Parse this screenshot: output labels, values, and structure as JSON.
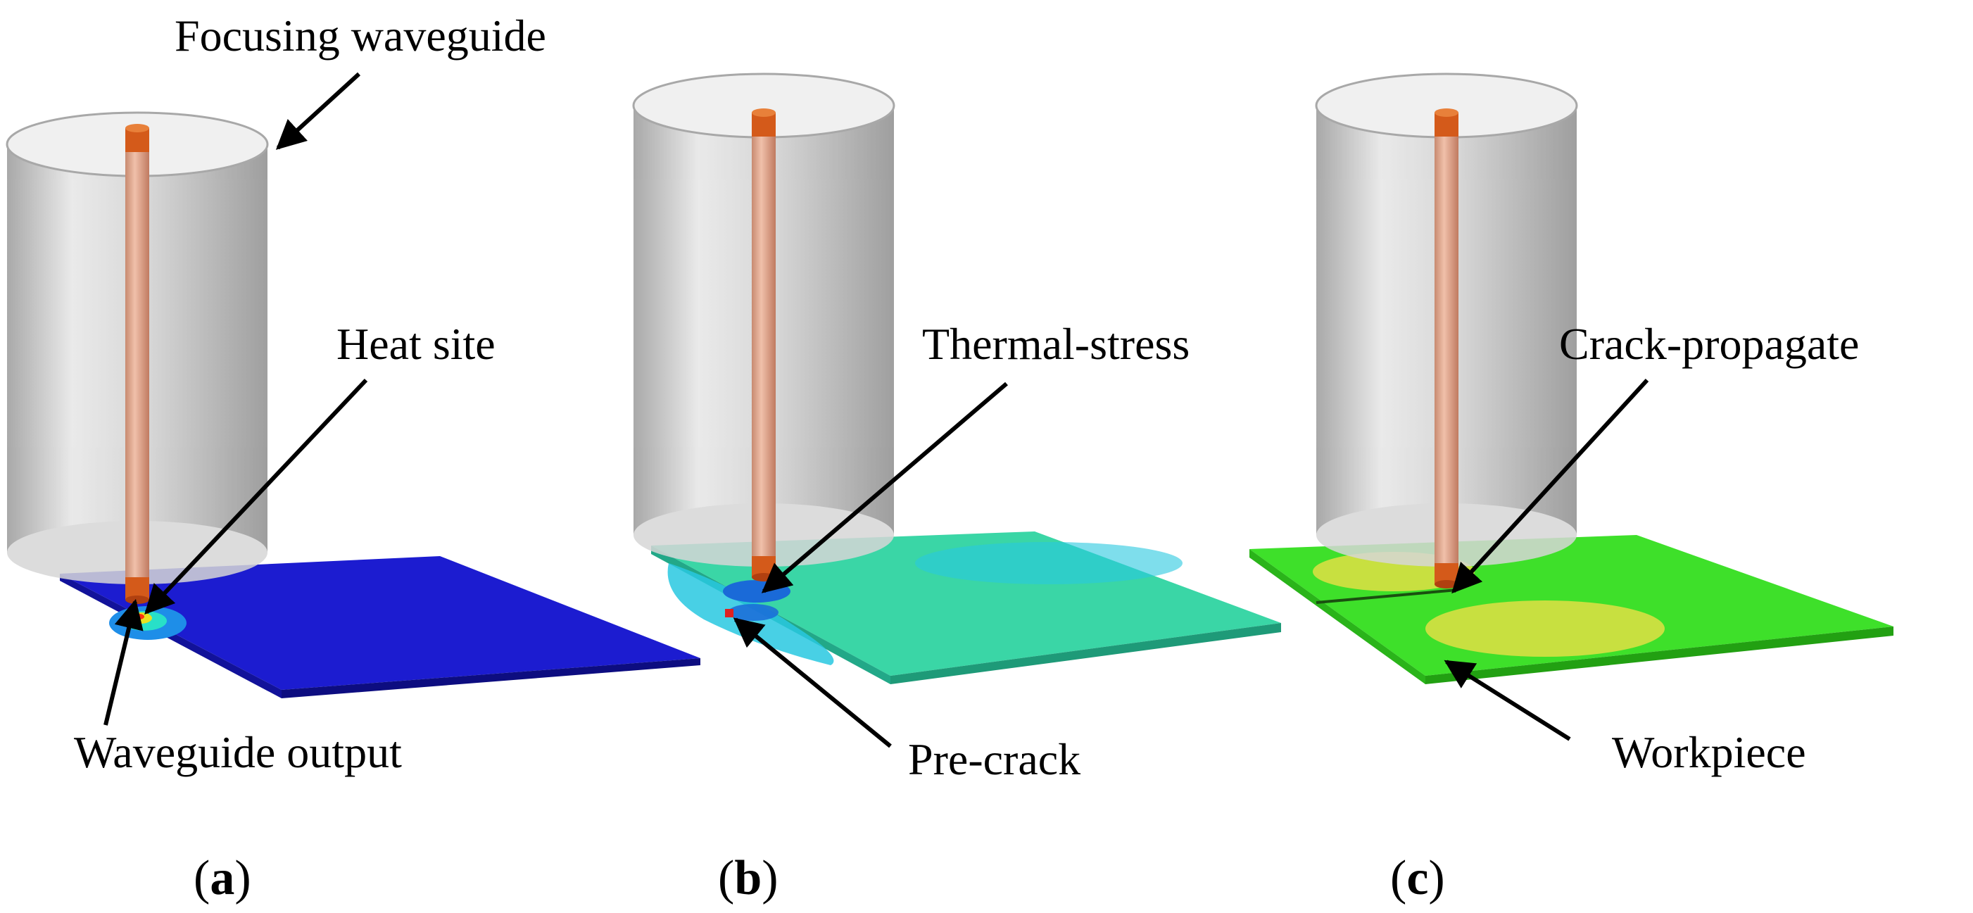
{
  "panels": [
    {
      "id": "a",
      "caption_open": "(",
      "caption_letter": "a",
      "caption_close": ")",
      "labels": {
        "waveguide": "Focusing waveguide",
        "heat_site": "Heat site",
        "output": "Waveguide output"
      },
      "plate_color": "#1c1cd0",
      "hotspot_colors": [
        "#1e8ee8",
        "#28e0c8",
        "#e8e020",
        "#ff3010"
      ]
    },
    {
      "id": "b",
      "caption_open": "(",
      "caption_letter": "b",
      "caption_close": ")",
      "labels": {
        "stress": "Thermal-stress",
        "precrack": "Pre-crack"
      },
      "plate_color": "#3ad6a6",
      "region_colors": [
        "#28c8e0",
        "#1a6ad8",
        "#e02020"
      ]
    },
    {
      "id": "c",
      "caption_open": "(",
      "caption_letter": "c",
      "caption_close": ")",
      "labels": {
        "crack": "Crack-propagate",
        "workpiece": "Workpiece"
      },
      "plate_color": "#3ee02a",
      "region_colors": [
        "#c8e040"
      ]
    }
  ],
  "colors": {
    "cylinder": "#c8c8c8",
    "rod": "#e3a98f",
    "rod_cap": "#d45a1a",
    "arrow": "#000000"
  }
}
